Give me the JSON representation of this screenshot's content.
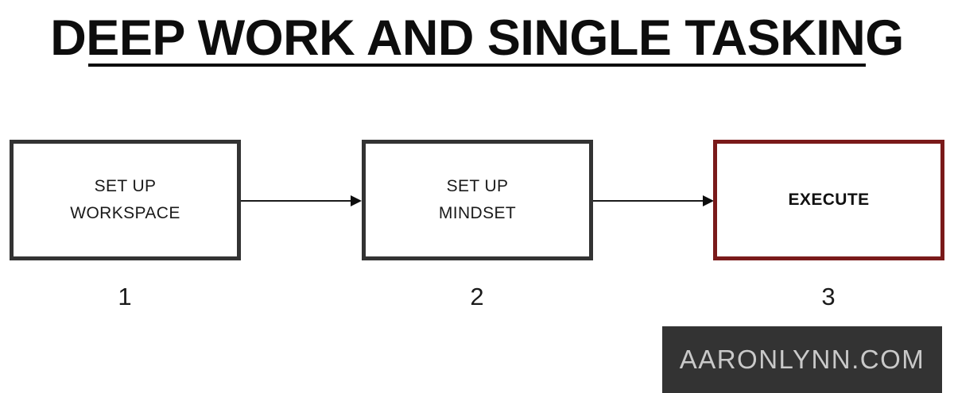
{
  "slide": {
    "title": "DEEP WORK AND SINGLE TASKING",
    "background_color": "#ffffff"
  },
  "diagram": {
    "type": "flow",
    "orientation": "left-to-right",
    "steps": [
      {
        "number": "1",
        "label": "SET UP\nWORKSPACE",
        "border_color": "#333333",
        "fill_color": "#ffffff",
        "text_color": "#1a1a1a",
        "highlighted": false
      },
      {
        "number": "2",
        "label": "SET UP\nMINDSET",
        "border_color": "#333333",
        "fill_color": "#ffffff",
        "text_color": "#1a1a1a",
        "highlighted": false
      },
      {
        "number": "3",
        "label": "EXECUTE",
        "border_color": "#7a1a1a",
        "fill_color": "#ffffff",
        "text_color": "#111111",
        "highlighted": true
      }
    ],
    "connectors": [
      {
        "from": "1",
        "to": "2",
        "style": "arrow",
        "color": "#1a1a1a"
      },
      {
        "from": "2",
        "to": "3",
        "style": "arrow",
        "color": "#1a1a1a"
      }
    ]
  },
  "watermark": {
    "text": "AARONLYNN.COM",
    "background_color": "#333333",
    "text_color": "#c9c9c9"
  }
}
